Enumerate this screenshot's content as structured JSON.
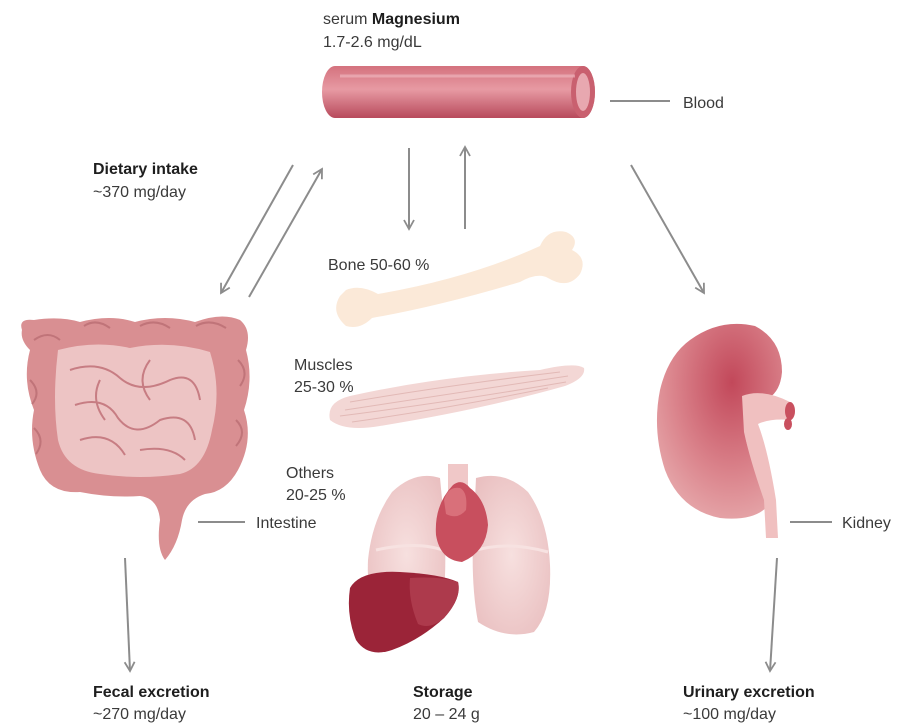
{
  "serum": {
    "prefix": "serum",
    "name": "Magnesium",
    "range": "1.7-2.6 mg/dL"
  },
  "labels": {
    "blood": "Blood",
    "intestine": "Intestine",
    "kidney": "Kidney"
  },
  "intake": {
    "title": "Dietary intake",
    "value": "~370 mg/day"
  },
  "storage_parts": {
    "bone": "Bone 50-60 %",
    "muscles_name": "Muscles",
    "muscles_value": "25-30 %",
    "others_name": "Others",
    "others_value": "20-25 %"
  },
  "fecal": {
    "title": "Fecal excretion",
    "value": "~270 mg/day"
  },
  "storage": {
    "title": "Storage",
    "value": "20 – 24 g"
  },
  "urinary": {
    "title": "Urinary excretion",
    "value": "~100 mg/day"
  },
  "colors": {
    "arrow": "#8c8c8c",
    "organ_pink": "#d98f92",
    "organ_red": "#b8404f",
    "liver": "#9b2438",
    "bone": "#fbe9d8",
    "muscle": "#f3d7d5"
  }
}
